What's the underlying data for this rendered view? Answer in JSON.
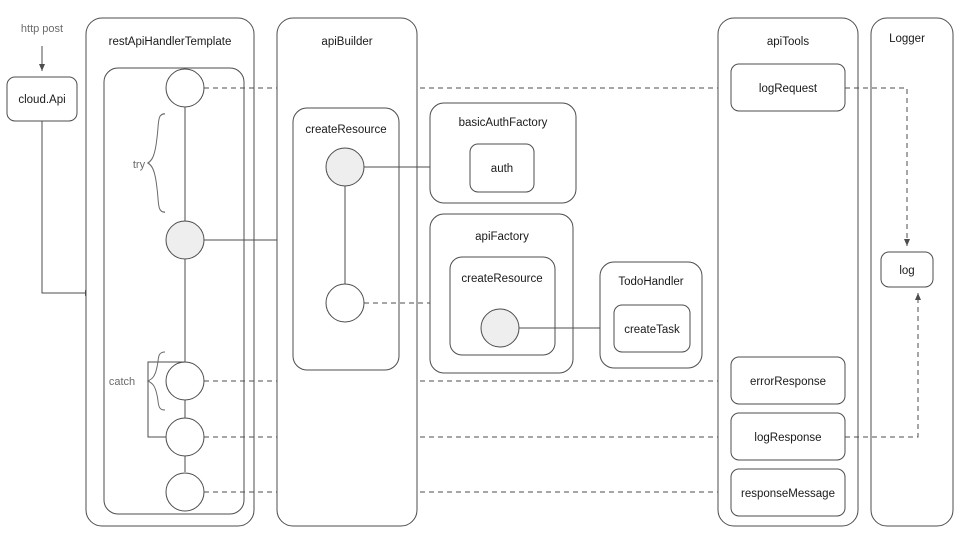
{
  "diagram": {
    "title_note": "http post",
    "entry": {
      "label": "http post",
      "node_label": "cloud.Api"
    },
    "lanes": [
      {
        "id": "restApiHandlerTemplate",
        "label": "restApiHandlerTemplate"
      },
      {
        "id": "apiBuilder",
        "label": "apiBuilder"
      },
      {
        "id": "apiTools",
        "label": "apiTools"
      },
      {
        "id": "logger",
        "label": "Logger"
      }
    ],
    "groups": [
      {
        "id": "basicAuthFactory",
        "label": "basicAuthFactory"
      },
      {
        "id": "apiFactory",
        "label": "apiFactory"
      },
      {
        "id": "todoHandler",
        "label": "TodoHandler"
      }
    ],
    "blocks": [
      {
        "id": "try",
        "label": "try"
      },
      {
        "id": "catch",
        "label": "catch"
      }
    ],
    "inner_scopes": [
      {
        "id": "builder-createResource",
        "label": "createResource"
      },
      {
        "id": "factory-createResource",
        "label": "createResource"
      }
    ],
    "nodes": [
      {
        "id": "auth",
        "label": "auth"
      },
      {
        "id": "createTask",
        "label": "createTask"
      },
      {
        "id": "logRequest",
        "label": "logRequest"
      },
      {
        "id": "errorResponse",
        "label": "errorResponse"
      },
      {
        "id": "logResponse",
        "label": "logResponse"
      },
      {
        "id": "responseMessage",
        "label": "responseMessage"
      },
      {
        "id": "log",
        "label": "log"
      }
    ],
    "states": [
      {
        "id": "try-state-1",
        "kind": "open"
      },
      {
        "id": "try-state-2",
        "kind": "filled"
      },
      {
        "id": "catch-state-1",
        "kind": "open"
      },
      {
        "id": "catch-state-2",
        "kind": "open"
      },
      {
        "id": "catch-state-3",
        "kind": "open"
      },
      {
        "id": "builder-state-1",
        "kind": "filled"
      },
      {
        "id": "builder-state-2",
        "kind": "open"
      },
      {
        "id": "factory-state-1",
        "kind": "filled"
      }
    ],
    "colors": {
      "stroke": "#4d4d4d",
      "fill": "#ffffff",
      "state_fill": "#eeeeee",
      "text": "#1a1a1a",
      "muted_text": "#6b6b6b"
    }
  }
}
